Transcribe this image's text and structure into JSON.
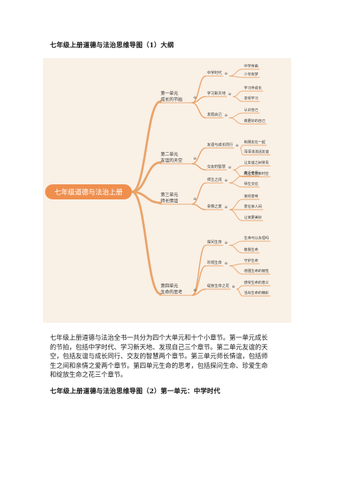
{
  "heading1": "七年级上册道德与法治思维导图（1）大纲",
  "paragraph_lines": [
    "七年级上册道德与法治全书一共分为四个大单元和十个小章节。第一单元成长",
    "的节拍，包括中学时代、学习新天地、发现自己三个章节。第二单元友谊的天",
    "空，包括友谊与成长同行、交友的智慧两个章节。第三单元师长情谊，包括师",
    "生之间和亲情之爱两个章节。第四单元生命的思考，包括探问生命、珍爱生命",
    "和绽放生命之花三个章节。"
  ],
  "heading2": "七年级上册道德与法治思维导图（2）第一单元：中学时代",
  "mindmap": {
    "root": "七年级道德与法治上册",
    "units": [
      {
        "title": [
          "第一单元",
          "成长的节拍"
        ],
        "chapters": [
          {
            "name": "中学时代",
            "leaves": [
              "中学序曲",
              "少年有梦"
            ]
          },
          {
            "name": "学习新天地",
            "leaves": [
              "学习伴成长",
              "享受学习"
            ]
          },
          {
            "name": "发现自己",
            "leaves": [
              "认识自己",
              "做更好的自己"
            ]
          }
        ]
      },
      {
        "title": [
          "第二单元",
          "友谊的天空"
        ],
        "chapters": [
          {
            "name": "友谊与成长同行",
            "leaves": [
              "和朋友在一起",
              "深深浅浅话友谊"
            ]
          },
          {
            "name": "交友的智慧",
            "leaves": [
              "让友谊之树常青",
              "网上交友新时空"
            ]
          }
        ]
      },
      {
        "title": [
          "第三单元",
          "师长情谊"
        ],
        "chapters": [
          {
            "name": "师生之间",
            "leaves": [
              "走近老师",
              "师生交往"
            ]
          },
          {
            "name": "亲情之爱",
            "leaves": [
              "家的意味",
              "爱在家人间",
              "让家更美好"
            ]
          }
        ]
      },
      {
        "title": [
          "第四单元",
          "生命的思考"
        ],
        "chapters": [
          {
            "name": "探问生命",
            "leaves": [
              "生命可以永恒吗",
              "敬畏生命"
            ]
          },
          {
            "name": "珍视生命",
            "leaves": [
              "守护生命",
              "增强生命的韧性"
            ]
          },
          {
            "name": "绽放生命之花",
            "leaves": [
              "感受生命的意义",
              "活出生命的精彩"
            ]
          }
        ]
      }
    ]
  },
  "colors": {
    "branch": "#e9a46a",
    "root_fill": "#ef8f4e",
    "root_text": "#ffffff",
    "background": "#f9f0e6"
  }
}
